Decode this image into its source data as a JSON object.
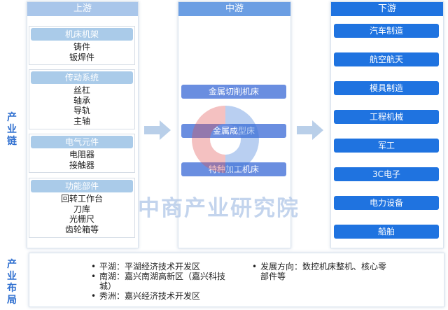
{
  "side_labels": {
    "chain": "产业链",
    "layout": "产业布局"
  },
  "upstream": {
    "title": "上游",
    "groups": [
      {
        "title": "机床机架",
        "items": [
          "铸件",
          "钣焊件"
        ]
      },
      {
        "title": "传动系统",
        "items": [
          "丝杠",
          "轴承",
          "导轨",
          "主轴"
        ]
      },
      {
        "title": "电气元件",
        "items": [
          "电阻器",
          "接触器"
        ]
      },
      {
        "title": "功能部件",
        "items": [
          "回转工作台",
          "刀库",
          "光栅尺",
          "齿轮箱等"
        ]
      }
    ]
  },
  "midstream": {
    "title": "中游",
    "items": [
      "金属切削机床",
      "金属成型床",
      "特种加工机床"
    ]
  },
  "downstream": {
    "title": "下游",
    "items": [
      "汽车制造",
      "航空航天",
      "模具制造",
      "工程机械",
      "军工",
      "3C电子",
      "电力设备",
      "船舶"
    ]
  },
  "watermark": "中商产业研究院",
  "layout": {
    "left": [
      "平湖：平湖经济技术开发区",
      "南湖：嘉兴南湖高新区（嘉兴科技城）",
      "秀洲：嘉兴经济技术开发区"
    ],
    "right": [
      "发展方向：数控机床整机、核心零部件等"
    ]
  },
  "colors": {
    "upstream_header": "#a9c6ea",
    "midstream_header": "#6b9ee3",
    "downstream_header": "#1f73e0",
    "side_label": "#2f6fd0",
    "arrow": "#b9cfe9"
  }
}
